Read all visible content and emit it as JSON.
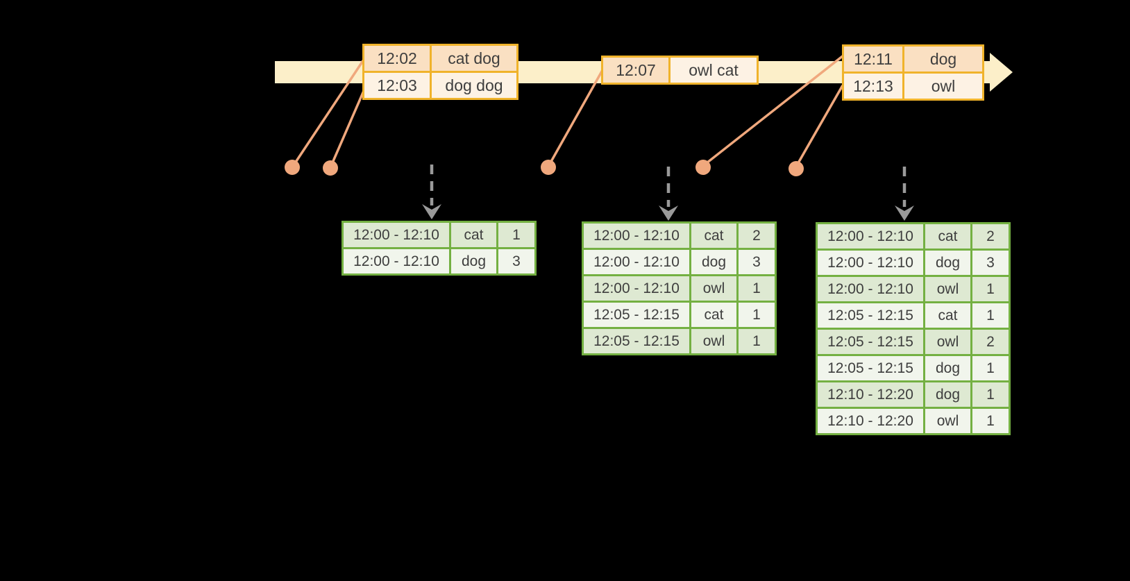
{
  "diagram": {
    "kind": "windowed-streaming-aggregation-timeline",
    "background": "#000000"
  },
  "colors": {
    "timeline_band": "#fcefc9",
    "event_table_border": "#f0b32b",
    "event_row_dark": "#fae0c2",
    "event_row_light": "#fdf2e4",
    "connector_salmon": "#f0a87d",
    "trigger_arrow_gray": "#9a9a9a",
    "result_table_border": "#74b042",
    "result_row_dark": "#dee9d2",
    "result_row_light": "#f1f5ec",
    "text": "#3e3e3e"
  },
  "shapes": {
    "timeline_arrow": "pale-yellow horizontal band with right-pointing triangular arrowhead",
    "event_dot": "filled salmon circle on thin salmon connector line",
    "trigger_arrow": "vertical gray dashed line with downward chevron arrowhead"
  },
  "event_tables": [
    {
      "rows": [
        {
          "time": "12:02",
          "words": "cat dog"
        },
        {
          "time": "12:03",
          "words": "dog dog"
        }
      ]
    },
    {
      "rows": [
        {
          "time": "12:07",
          "words": "owl cat"
        }
      ]
    },
    {
      "rows": [
        {
          "time": "12:11",
          "words": "dog"
        },
        {
          "time": "12:13",
          "words": "owl"
        }
      ]
    }
  ],
  "result_tables": [
    {
      "rows": [
        {
          "window": "12:00 - 12:10",
          "word": "cat",
          "count": "1"
        },
        {
          "window": "12:00 - 12:10",
          "word": "dog",
          "count": "3"
        }
      ]
    },
    {
      "rows": [
        {
          "window": "12:00 - 12:10",
          "word": "cat",
          "count": "2"
        },
        {
          "window": "12:00 - 12:10",
          "word": "dog",
          "count": "3"
        },
        {
          "window": "12:00 - 12:10",
          "word": "owl",
          "count": "1"
        },
        {
          "window": "12:05 - 12:15",
          "word": "cat",
          "count": "1"
        },
        {
          "window": "12:05 - 12:15",
          "word": "owl",
          "count": "1"
        }
      ]
    },
    {
      "rows": [
        {
          "window": "12:00 - 12:10",
          "word": "cat",
          "count": "2"
        },
        {
          "window": "12:00 - 12:10",
          "word": "dog",
          "count": "3"
        },
        {
          "window": "12:00 - 12:10",
          "word": "owl",
          "count": "1"
        },
        {
          "window": "12:05 - 12:15",
          "word": "cat",
          "count": "1"
        },
        {
          "window": "12:05 - 12:15",
          "word": "owl",
          "count": "2"
        },
        {
          "window": "12:05 - 12:15",
          "word": "dog",
          "count": "1"
        },
        {
          "window": "12:10 - 12:20",
          "word": "dog",
          "count": "1"
        },
        {
          "window": "12:10 - 12:20",
          "word": "owl",
          "count": "1"
        }
      ]
    }
  ]
}
